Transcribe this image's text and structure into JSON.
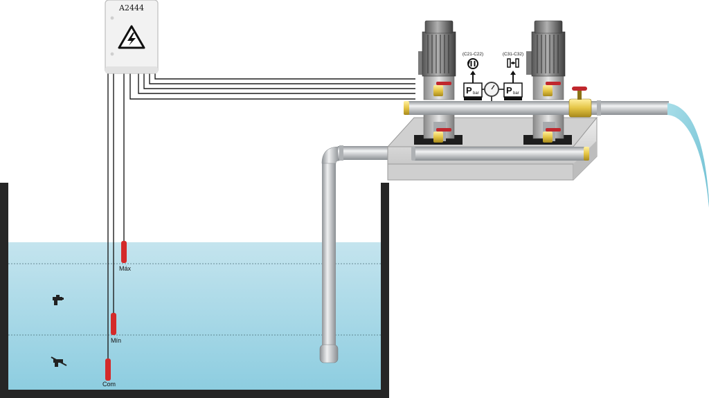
{
  "panel": {
    "id_label": "A2444",
    "hazard_icon": "high-voltage-icon"
  },
  "levels": {
    "max": "Máx",
    "min": "Mín",
    "com": "Com"
  },
  "pump_left": {
    "code": "(C21-C22)",
    "icon": "rotation-icon"
  },
  "pump_right": {
    "code": "(C31-C32)",
    "icon": "alternation-icon"
  },
  "sensor_left": {
    "p": "P",
    "unit": "bar"
  },
  "sensor_right": {
    "p": "P",
    "unit": "bar"
  },
  "icons": {
    "tap": "tap-icon",
    "dry_run": "dry-running-icon"
  },
  "colors": {
    "water_top": "#b9dfea",
    "water_bottom": "#8fcfe0",
    "tank_wall": "#262626",
    "float": "#d42a2a",
    "pipe": "#bfc2c5",
    "valve_handle": "#c0272d",
    "brass": "#e8c94a",
    "outflow": "#7fc8d8"
  }
}
